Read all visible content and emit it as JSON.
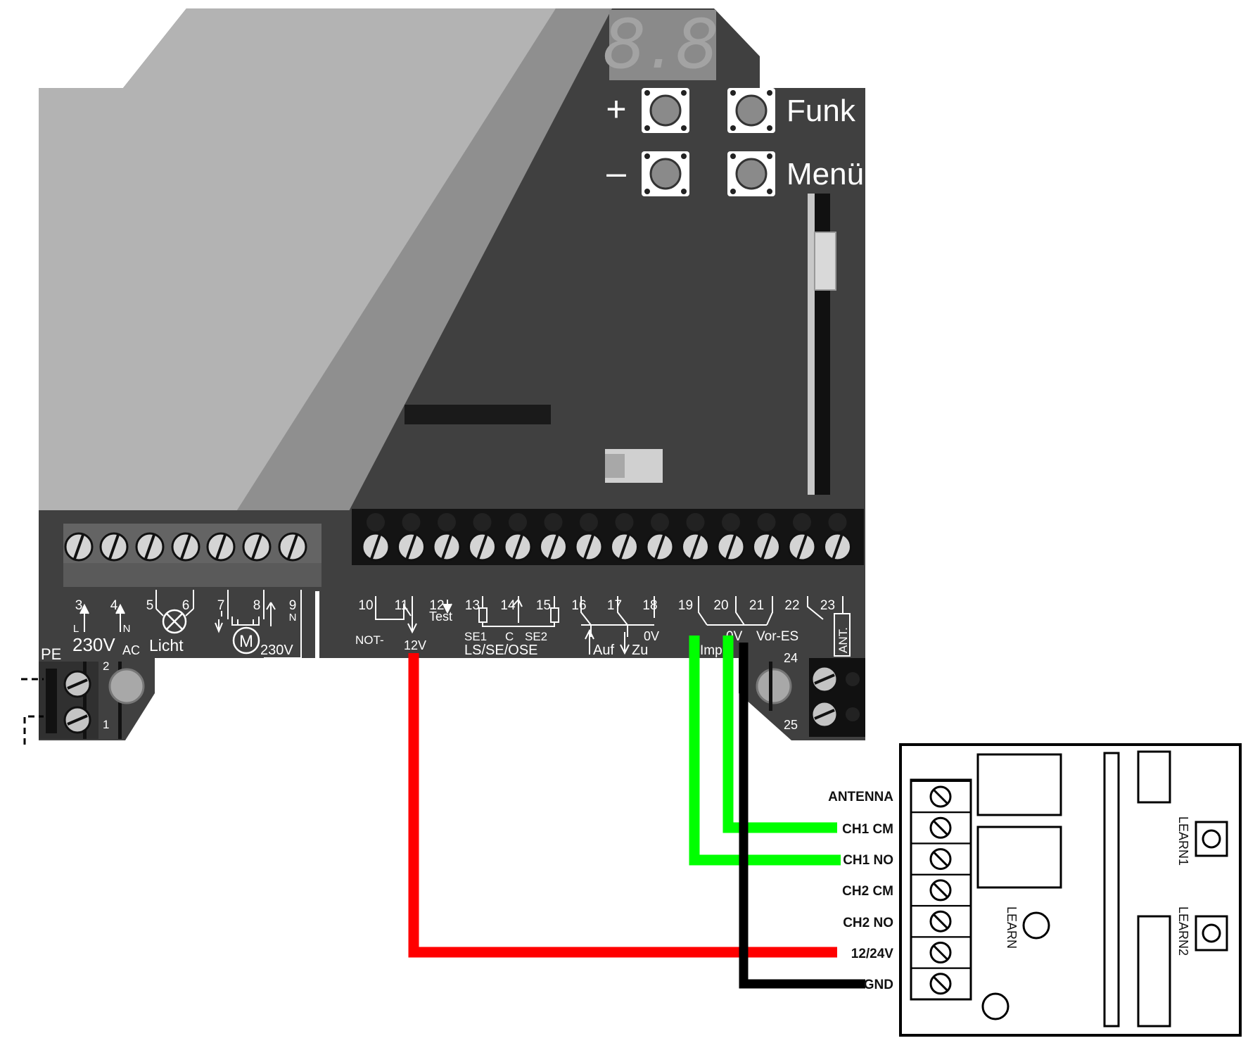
{
  "controller": {
    "display_digits": "8.8",
    "buttons": {
      "plus": "+",
      "minus": "–",
      "funk": "Funk",
      "menu": "Menü"
    },
    "pe_label": "PE",
    "terminal_2": "2",
    "terminal_1": "1",
    "terminal_24": "24",
    "terminal_25": "25",
    "left_terminals": [
      {
        "num": "3",
        "sub": "L"
      },
      {
        "num": "4",
        "sub": "N"
      },
      {
        "num": "5",
        "sub": ""
      },
      {
        "num": "6",
        "sub": ""
      },
      {
        "num": "7",
        "sub": ""
      },
      {
        "num": "8",
        "sub": ""
      },
      {
        "num": "9",
        "sub": "N"
      }
    ],
    "left_labels": {
      "voltage": "230V",
      "voltage_sub": "AC",
      "light": "Licht",
      "motor": "M",
      "motor_voltage": "230V"
    },
    "right_terminal_numbers": [
      "10",
      "11",
      "12",
      "13",
      "14",
      "15",
      "16",
      "17",
      "18",
      "19",
      "20",
      "21",
      "22",
      "23"
    ],
    "right_labels": {
      "test": "Test",
      "not": "NOT-",
      "v12": "12V",
      "se1": "SE1",
      "c": "C",
      "se2": "SE2",
      "ls": "LS/SE/OSE",
      "ov18": "0V",
      "auf": "Auf",
      "zu": "Zu",
      "imp": "Imp",
      "ov20": "0V",
      "vor_es": "Vor-ES",
      "ant": "ANT."
    }
  },
  "receiver": {
    "pins": [
      "ANTENNA",
      "CH1 CM",
      "CH1 NO",
      "CH2 CM",
      "CH2 NO",
      "12/24V",
      "GND"
    ],
    "learn": "LEARN",
    "learn1": "LEARN1",
    "learn2": "LEARN2"
  },
  "colors": {
    "board": "#404040",
    "board_light": "#b3b3b3",
    "board_mid": "#8f8f8f",
    "wire_red": "#ff0000",
    "wire_green": "#00ff00",
    "wire_black": "#000000"
  }
}
